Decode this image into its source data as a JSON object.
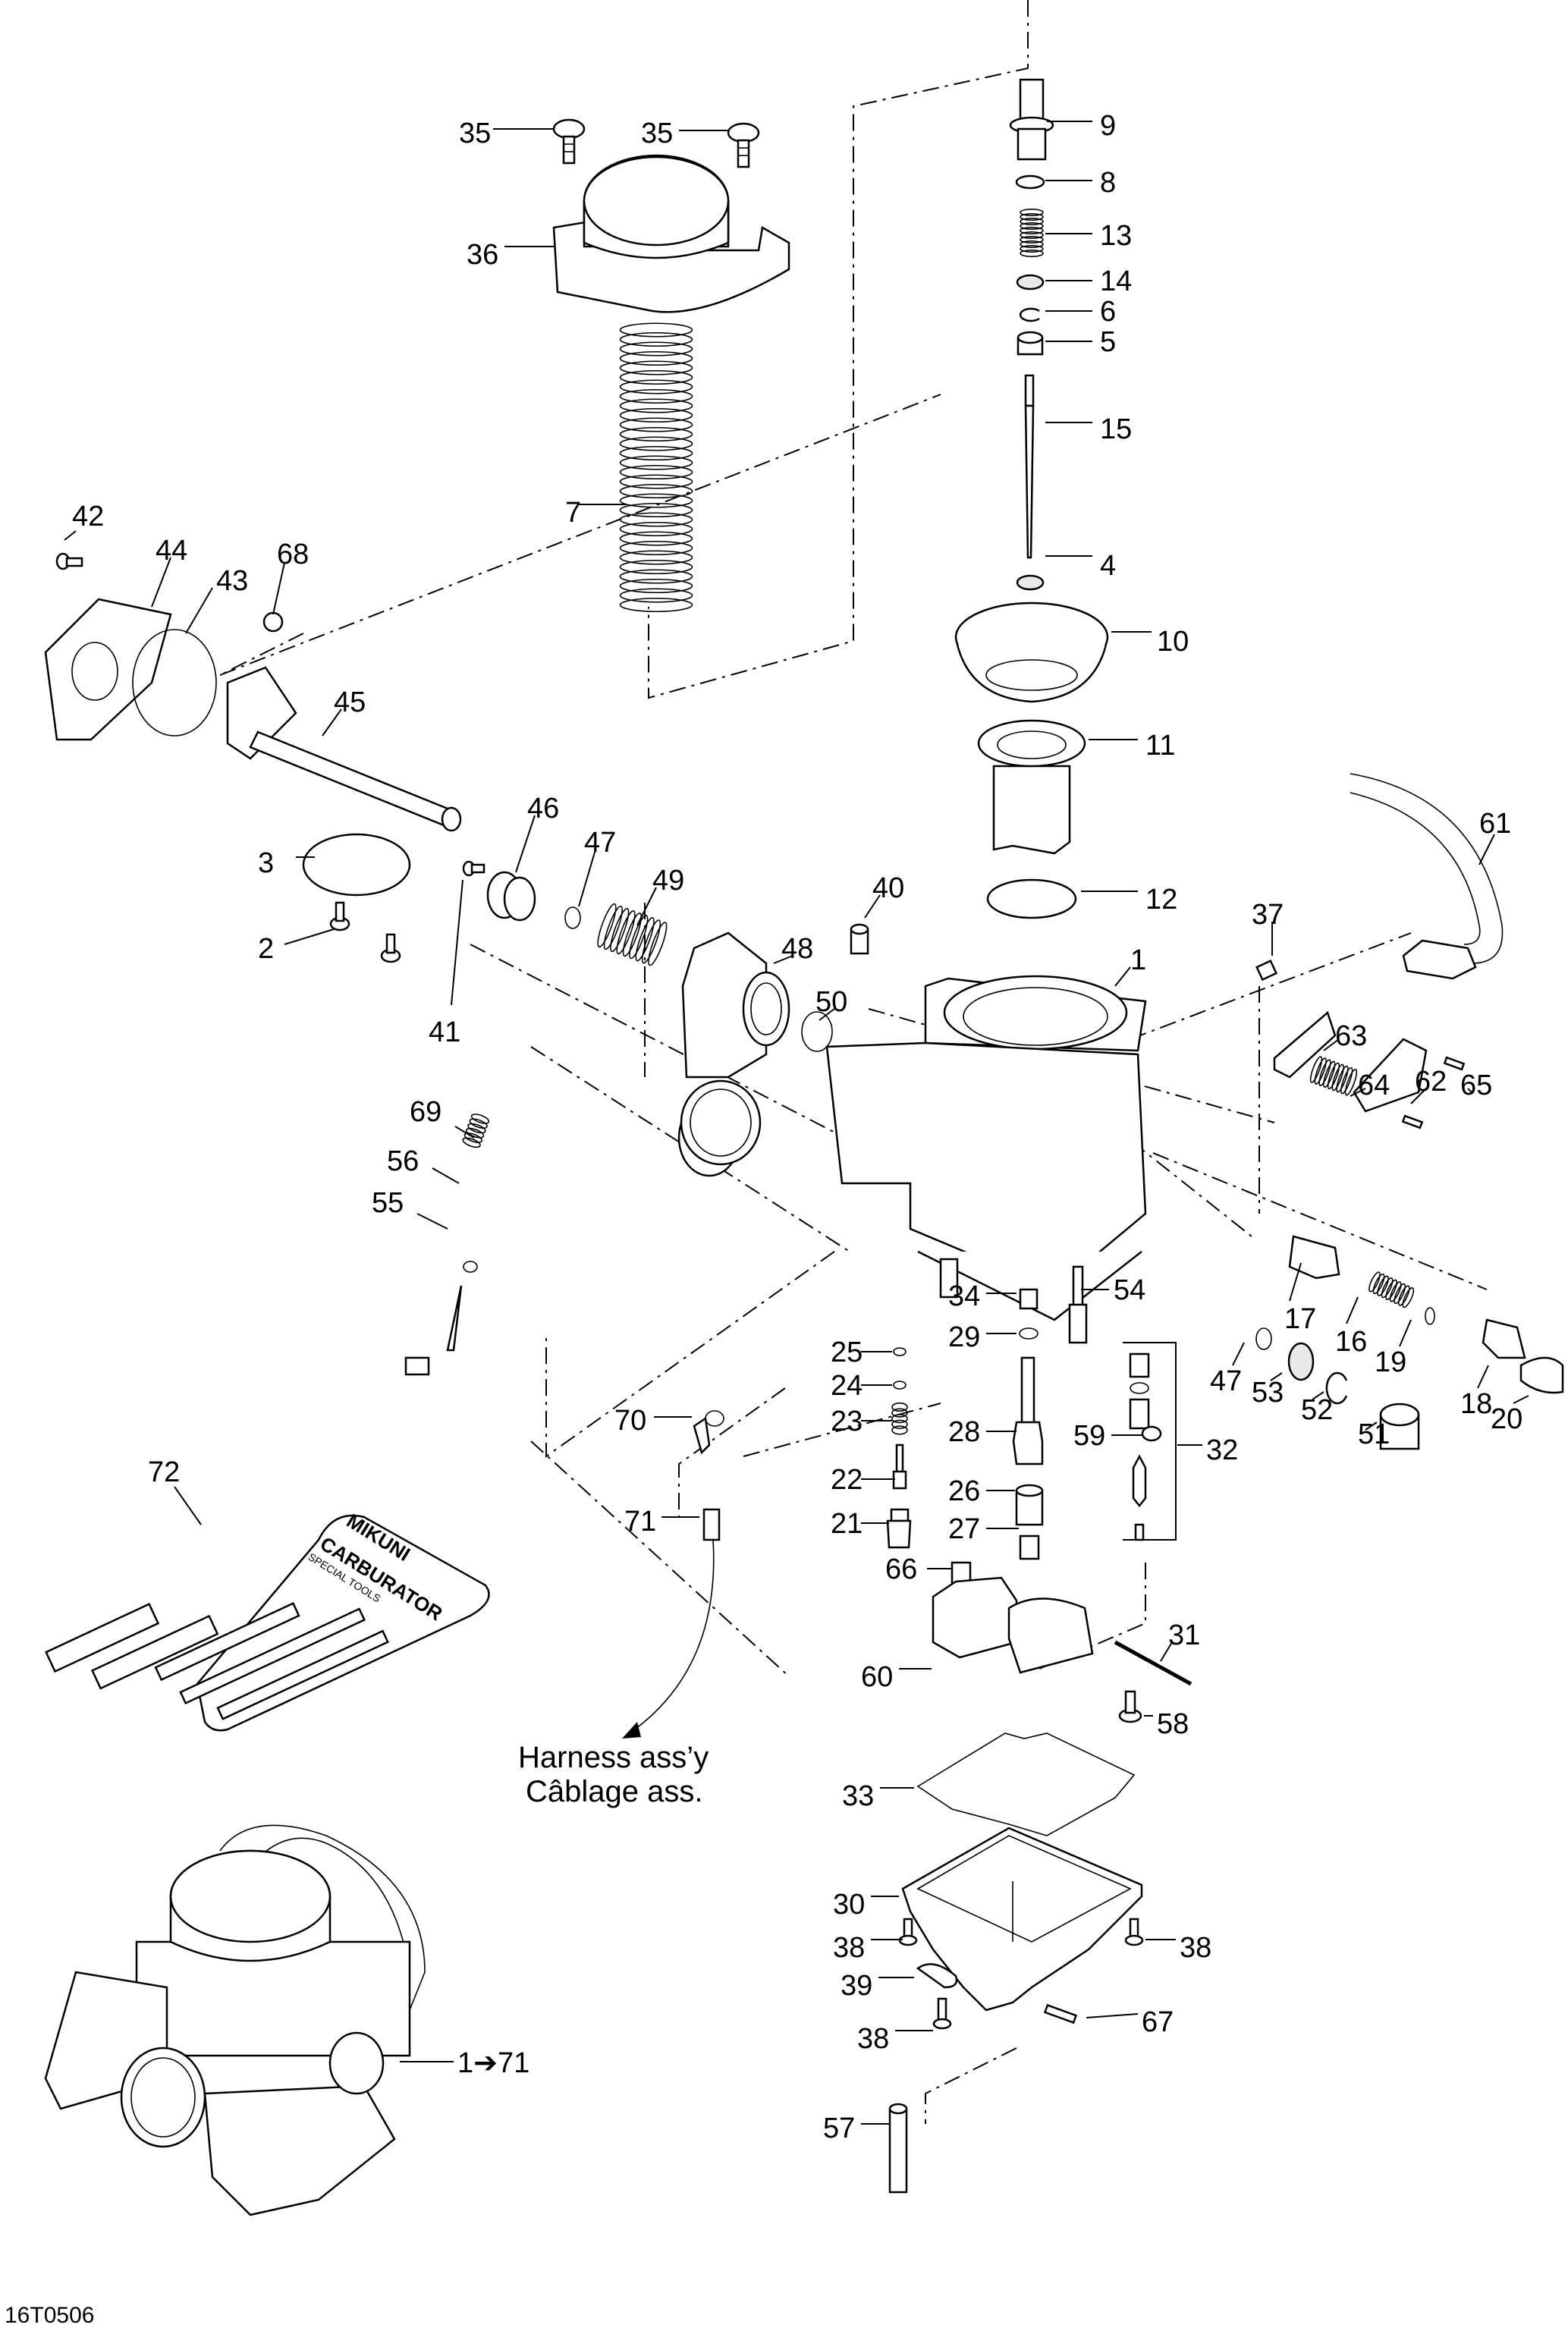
{
  "diagram": {
    "title": "Carburetor exploded parts view",
    "figure_code": "16T0506",
    "harness_note": [
      "Harness ass’y",
      "Câblage ass."
    ],
    "assembly_callout": "1➔71",
    "tool_kit_text": [
      "MIKUNI",
      "CARBURATOR",
      "SPECIAL TOOLS"
    ]
  },
  "callouts": [
    {
      "id": "35a",
      "label": "35"
    },
    {
      "id": "35b",
      "label": "35"
    },
    {
      "id": "36",
      "label": "36"
    },
    {
      "id": "7",
      "label": "7"
    },
    {
      "id": "9",
      "label": "9"
    },
    {
      "id": "8",
      "label": "8"
    },
    {
      "id": "13",
      "label": "13"
    },
    {
      "id": "14",
      "label": "14"
    },
    {
      "id": "6",
      "label": "6"
    },
    {
      "id": "5",
      "label": "5"
    },
    {
      "id": "15",
      "label": "15"
    },
    {
      "id": "4",
      "label": "4"
    },
    {
      "id": "10",
      "label": "10"
    },
    {
      "id": "11",
      "label": "11"
    },
    {
      "id": "12",
      "label": "12"
    },
    {
      "id": "42",
      "label": "42"
    },
    {
      "id": "44",
      "label": "44"
    },
    {
      "id": "43",
      "label": "43"
    },
    {
      "id": "68",
      "label": "68"
    },
    {
      "id": "45",
      "label": "45"
    },
    {
      "id": "3",
      "label": "3"
    },
    {
      "id": "2",
      "label": "2"
    },
    {
      "id": "46",
      "label": "46"
    },
    {
      "id": "47a",
      "label": "47"
    },
    {
      "id": "49",
      "label": "49"
    },
    {
      "id": "48",
      "label": "48"
    },
    {
      "id": "41",
      "label": "41"
    },
    {
      "id": "40",
      "label": "40"
    },
    {
      "id": "1",
      "label": "1"
    },
    {
      "id": "50",
      "label": "50"
    },
    {
      "id": "37",
      "label": "37"
    },
    {
      "id": "61",
      "label": "61"
    },
    {
      "id": "63",
      "label": "63"
    },
    {
      "id": "64",
      "label": "64"
    },
    {
      "id": "62",
      "label": "62"
    },
    {
      "id": "65",
      "label": "65"
    },
    {
      "id": "69",
      "label": "69"
    },
    {
      "id": "56",
      "label": "56"
    },
    {
      "id": "55",
      "label": "55"
    },
    {
      "id": "34",
      "label": "34"
    },
    {
      "id": "54",
      "label": "54"
    },
    {
      "id": "29",
      "label": "29"
    },
    {
      "id": "25",
      "label": "25"
    },
    {
      "id": "24",
      "label": "24"
    },
    {
      "id": "23",
      "label": "23"
    },
    {
      "id": "28",
      "label": "28"
    },
    {
      "id": "59",
      "label": "59"
    },
    {
      "id": "32",
      "label": "32"
    },
    {
      "id": "22",
      "label": "22"
    },
    {
      "id": "26",
      "label": "26"
    },
    {
      "id": "21",
      "label": "21"
    },
    {
      "id": "27",
      "label": "27"
    },
    {
      "id": "66",
      "label": "66"
    },
    {
      "id": "17",
      "label": "17"
    },
    {
      "id": "16",
      "label": "16"
    },
    {
      "id": "19",
      "label": "19"
    },
    {
      "id": "47b",
      "label": "47"
    },
    {
      "id": "53",
      "label": "53"
    },
    {
      "id": "52",
      "label": "52"
    },
    {
      "id": "51",
      "label": "51"
    },
    {
      "id": "18",
      "label": "18"
    },
    {
      "id": "20",
      "label": "20"
    },
    {
      "id": "70",
      "label": "70"
    },
    {
      "id": "71",
      "label": "71"
    },
    {
      "id": "72",
      "label": "72"
    },
    {
      "id": "60",
      "label": "60"
    },
    {
      "id": "31",
      "label": "31"
    },
    {
      "id": "58",
      "label": "58"
    },
    {
      "id": "33",
      "label": "33"
    },
    {
      "id": "30",
      "label": "30"
    },
    {
      "id": "38a",
      "label": "38"
    },
    {
      "id": "38b",
      "label": "38"
    },
    {
      "id": "39",
      "label": "39"
    },
    {
      "id": "38c",
      "label": "38"
    },
    {
      "id": "67",
      "label": "67"
    },
    {
      "id": "57",
      "label": "57"
    }
  ]
}
